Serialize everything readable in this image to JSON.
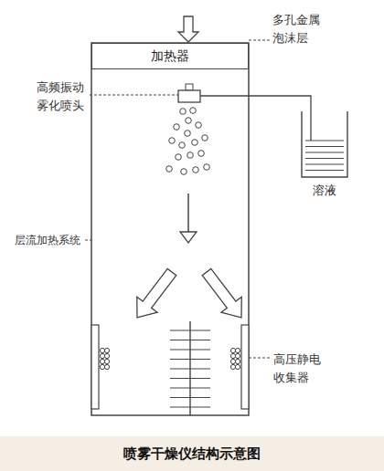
{
  "diagram": {
    "caption": "喷雾干燥仪结构示意图",
    "nodes": [
      {
        "text": [
          "加热器"
        ]
      },
      {
        "text": [
          "溶液"
        ]
      }
    ],
    "labels": [
      "多孔金属 泡沫层",
      "高频振动 雾化喷头",
      "层流加热系统",
      "高压静电 收集器"
    ]
  }
}
